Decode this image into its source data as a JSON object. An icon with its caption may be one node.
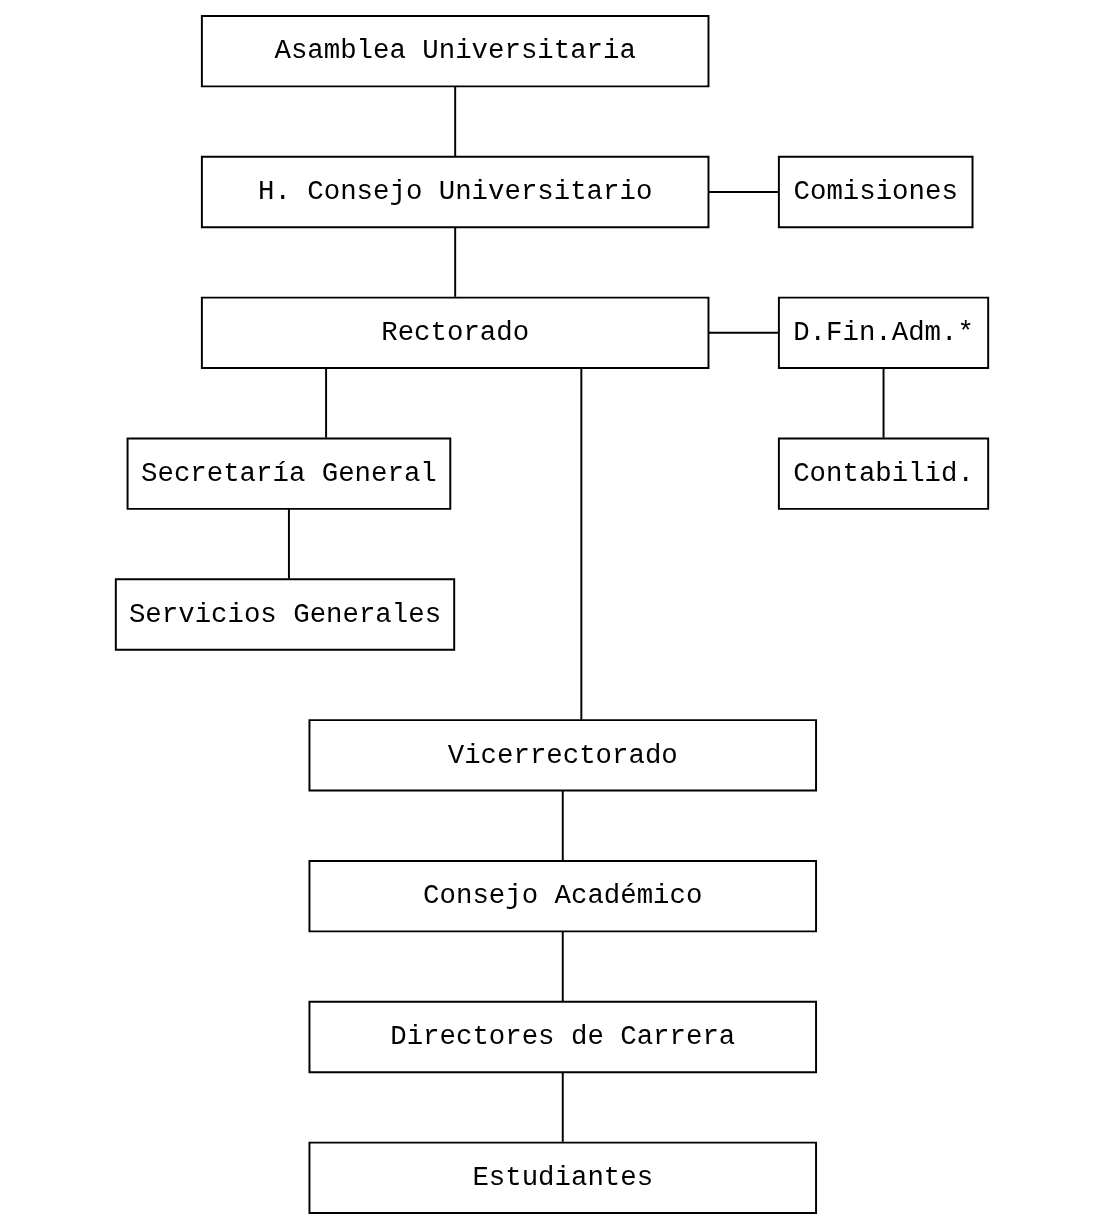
{
  "diagram": {
    "nodes": [
      {
        "text": [
          "Asamblea Universitaria"
        ]
      },
      {
        "text": [
          "H. Consejo Universitario"
        ]
      },
      {
        "text": [
          "Comisiones"
        ]
      },
      {
        "text": [
          "Rectorado"
        ]
      },
      {
        "text": [
          "D.Fin.Adm.*"
        ]
      },
      {
        "text": [
          "Contabilid."
        ]
      },
      {
        "text": [
          "Secretaría General"
        ]
      },
      {
        "text": [
          "Servicios Generales"
        ]
      },
      {
        "text": [
          "Vicerrectorado"
        ]
      },
      {
        "text": [
          "Consejo Académico"
        ]
      },
      {
        "text": [
          "Directores de Carrera"
        ]
      },
      {
        "text": [
          "Estudiantes"
        ]
      }
    ],
    "edges": [
      {
        "from": 0,
        "to": 1,
        "arrow": "none"
      },
      {
        "from": 1,
        "to": 2,
        "arrow": "none"
      },
      {
        "from": 1,
        "to": 3,
        "arrow": "none"
      },
      {
        "from": 3,
        "to": 4,
        "arrow": "none"
      },
      {
        "from": 4,
        "to": 5,
        "arrow": "none"
      },
      {
        "from": 3,
        "to": 6,
        "arrow": "none"
      },
      {
        "from": 6,
        "to": 7,
        "arrow": "none"
      },
      {
        "from": 3,
        "to": 8,
        "arrow": "none"
      },
      {
        "from": 8,
        "to": 9,
        "arrow": "none"
      },
      {
        "from": 9,
        "to": 10,
        "arrow": "none"
      },
      {
        "from": 10,
        "to": 11,
        "arrow": "none"
      }
    ]
  }
}
